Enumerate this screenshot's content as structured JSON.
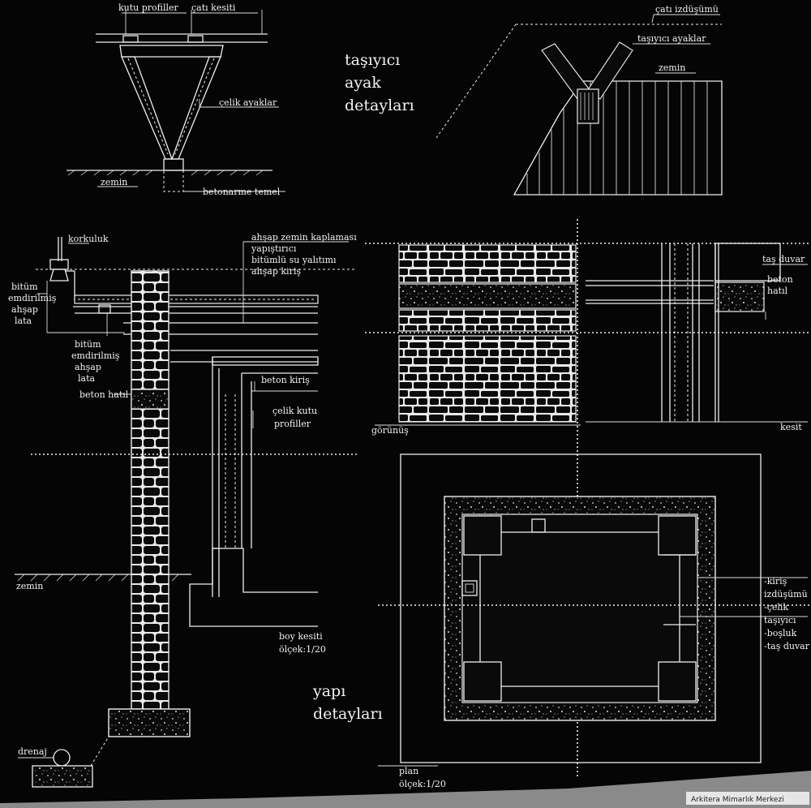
{
  "titles": {
    "support_detail_1": "taşıyıcı",
    "support_detail_2": "ayak",
    "support_detail_3": "detayları",
    "building_detail_1": "yapı",
    "building_detail_2": "detayları"
  },
  "labels": {
    "box_profiles": "kutu profiller",
    "roof_section": "çatı kesiti",
    "steel_legs": "çelik ayaklar",
    "ground_top": "zemin",
    "rc_foundation": "betonarme temel",
    "roof_projection": "çatı izdüşümü",
    "support_legs": "taşıyıcı ayaklar",
    "ground_right": "zemin",
    "railing": "korkuluk",
    "floor_covering": "ahşap zemin kaplaması",
    "adhesive": "yapıştırıcı",
    "bitumen_insulation": "bitümlü su yalıtımı",
    "wood_beam": "ahşap kiriş",
    "bitumen_lath_a1": "bitüm",
    "bitumen_lath_a2": "emdirilmiş",
    "bitumen_lath_a3": "ahşap",
    "bitumen_lath_a4": "lata",
    "bitumen_lath_b1": "bitüm",
    "bitumen_lath_b2": "emdirilmiş",
    "bitumen_lath_b3": "ahşap",
    "bitumen_lath_b4": "lata",
    "concrete_band": "beton hatıl",
    "concrete_beam": "beton kiriş",
    "steel_box_1": "çelik kutu",
    "steel_box_2": "profiller",
    "ground_left": "zemin",
    "long_section": "boy kesiti",
    "scale_1": "ölçek:1/20",
    "drainage": "drenaj",
    "stone_wall": "taş duvar",
    "concrete_band_r1": "beton",
    "concrete_band_r2": "hatıl",
    "elevation": "görünüş",
    "section": "kesit",
    "plan": "plan",
    "scale_2": "ölçek:1/20",
    "legend_1": "-kiriş",
    "legend_2": "izdüşümü",
    "legend_3": "-çelik",
    "legend_4": "taşıyıcı",
    "legend_5": "-boşluk",
    "legend_6": "-taş duvar"
  },
  "credit": "Arkitera Mimarlık Merkezi"
}
